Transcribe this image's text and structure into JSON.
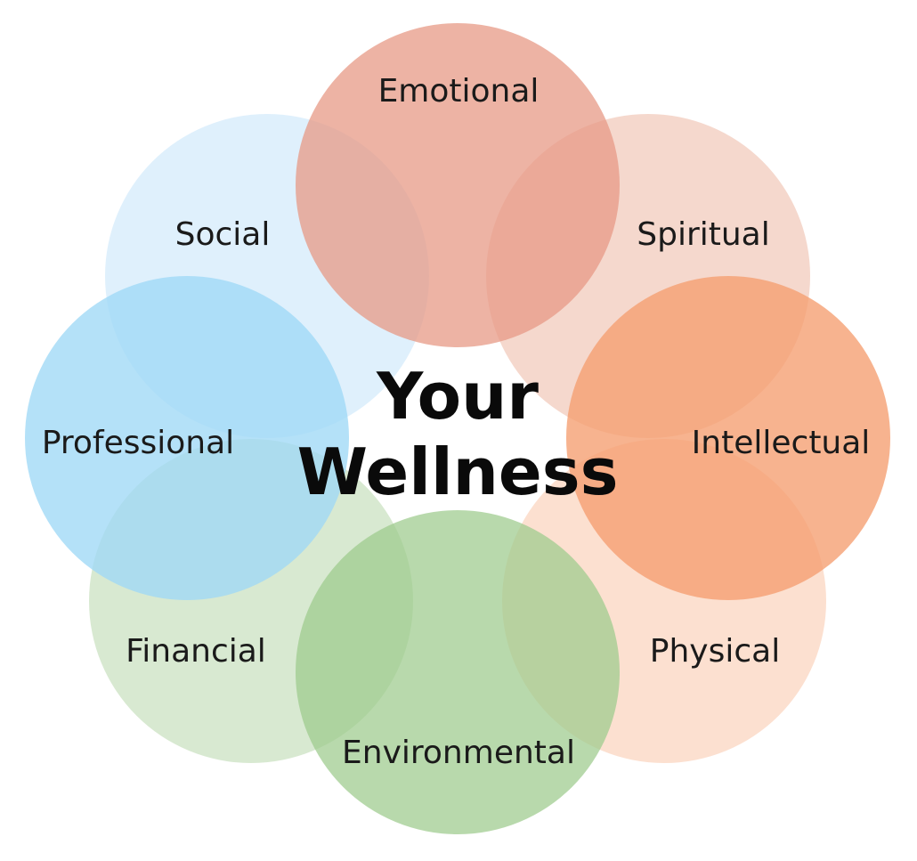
{
  "center": {
    "line1": "Your",
    "line2": "Wellness"
  },
  "dimensions": [
    {
      "label": "Social",
      "color": "#d6ecfb"
    },
    {
      "label": "Spiritual",
      "color": "#f3cfc2"
    },
    {
      "label": "Financial",
      "color": "#cde3c4"
    },
    {
      "label": "Physical",
      "color": "#fbd8c4"
    },
    {
      "label": "Professional",
      "color": "#9fd8f6"
    },
    {
      "label": "Intellectual",
      "color": "#f59d70"
    },
    {
      "label": "Emotional",
      "color": "#e79a86"
    },
    {
      "label": "Environmental",
      "color": "#9ccb8c"
    }
  ]
}
